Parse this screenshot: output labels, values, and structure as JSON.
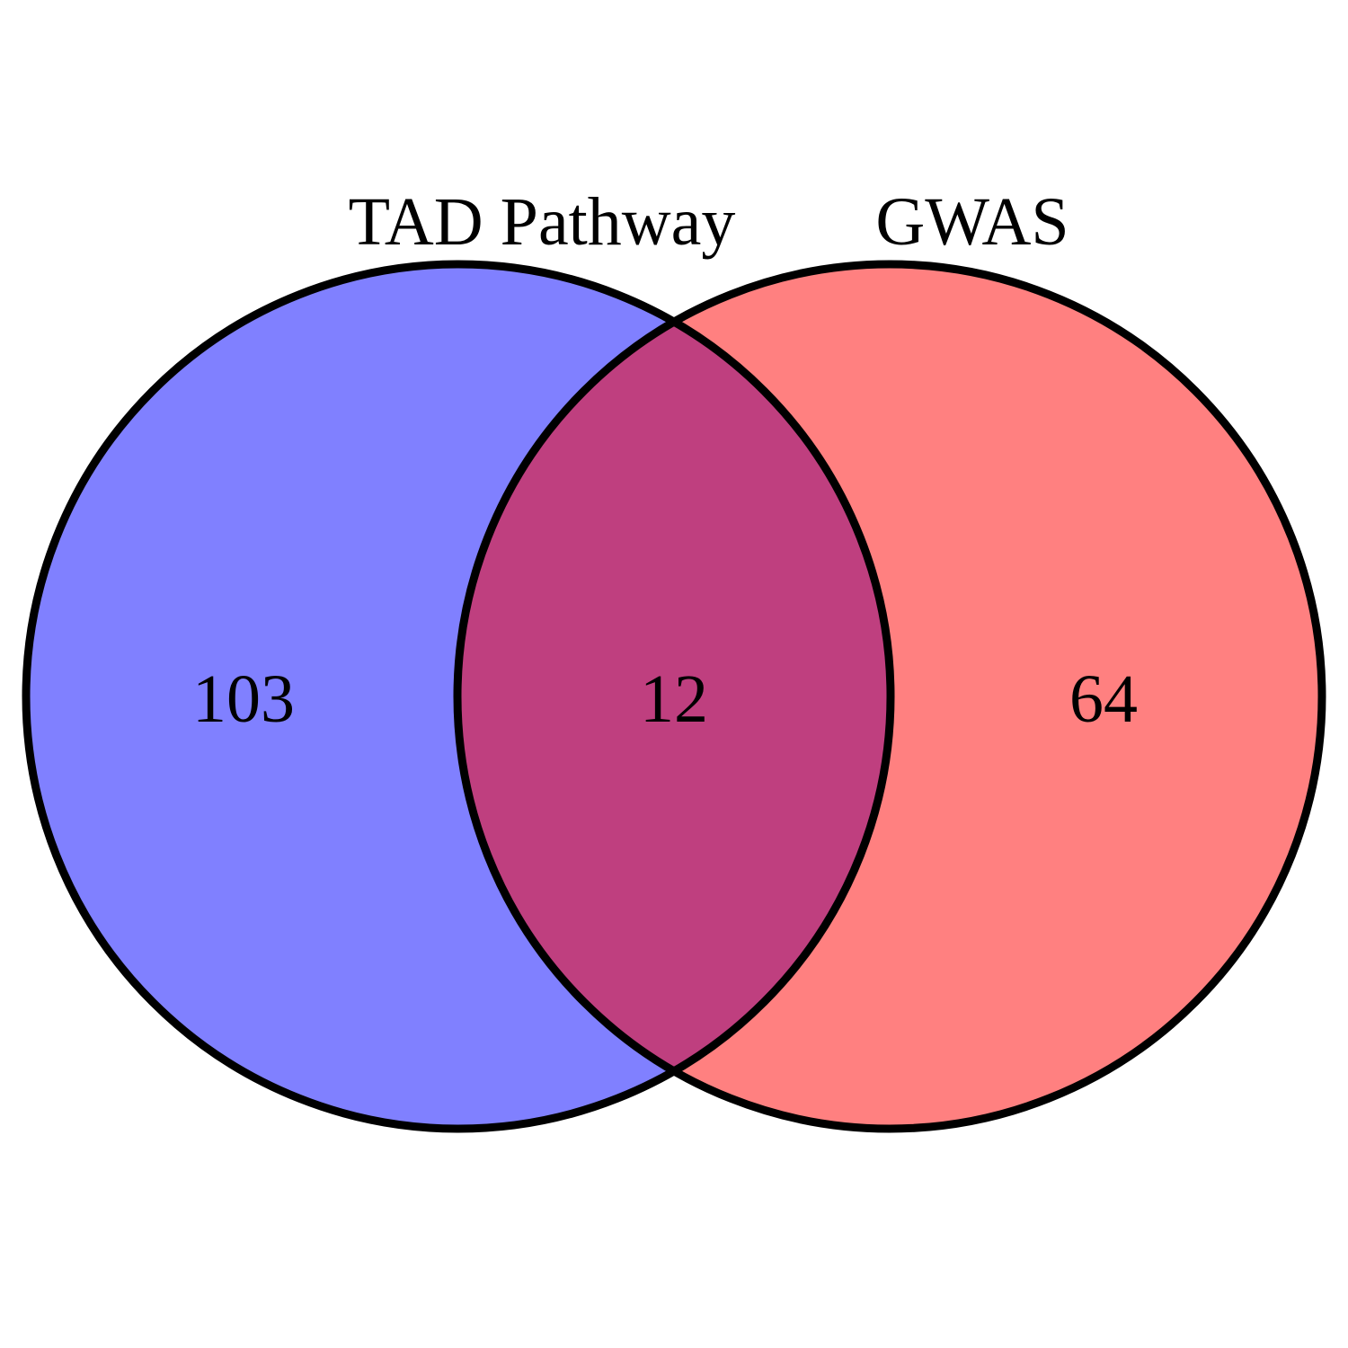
{
  "venn": {
    "sets": [
      {
        "key": "left",
        "label": "TAD Pathway",
        "color": "#8080ff"
      },
      {
        "key": "right",
        "label": "GWAS",
        "color": "#ff8080"
      }
    ],
    "regions": {
      "left_only": "103",
      "overlap": "12",
      "right_only": "64"
    },
    "overlap_color": "#bf3f7f",
    "outline_color": "#000000"
  }
}
